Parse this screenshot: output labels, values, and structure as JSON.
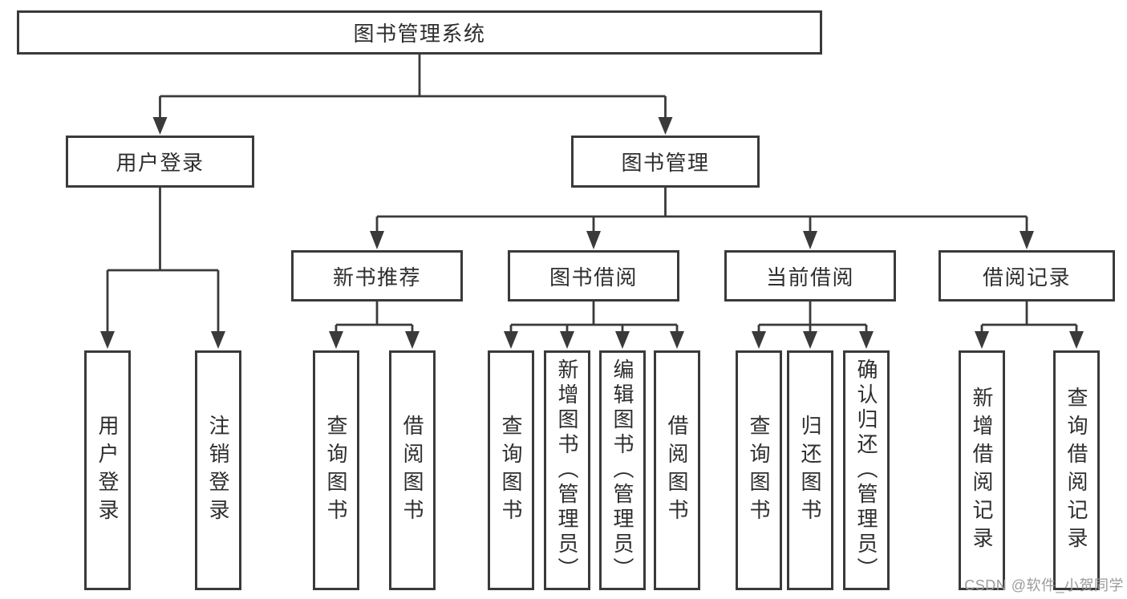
{
  "diagram": {
    "root": {
      "label": "图书管理系统"
    },
    "user_login_branch": {
      "label": "用户登录",
      "children": {
        "login": "用户登录",
        "logout": "注销登录"
      }
    },
    "book_mgmt_branch": {
      "label": "图书管理",
      "new_book_rec": {
        "label": "新书推荐",
        "children": {
          "query_book": "查询图书",
          "borrow_book": "借阅图书"
        }
      },
      "book_borrow": {
        "label": "图书借阅",
        "children": {
          "query_book": "查询图书",
          "add_book_admin": "新增图书（管理员）",
          "edit_book_admin": "编辑图书（管理员）",
          "borrow_book": "借阅图书"
        }
      },
      "current_borrow": {
        "label": "当前借阅",
        "children": {
          "query_book": "查询图书",
          "return_book": "归还图书",
          "confirm_return_admin": "确认归还（管理员）"
        }
      },
      "borrow_records": {
        "label": "借阅记录",
        "children": {
          "add_record": "新增借阅记录",
          "query_record": "查询借阅记录"
        }
      }
    }
  },
  "watermark": "CSDN @软件_小贺同学",
  "colors": {
    "line": "#3a3a3a",
    "text": "#2e2e2e",
    "watermark": "#9b9b9b",
    "background": "#ffffff"
  }
}
